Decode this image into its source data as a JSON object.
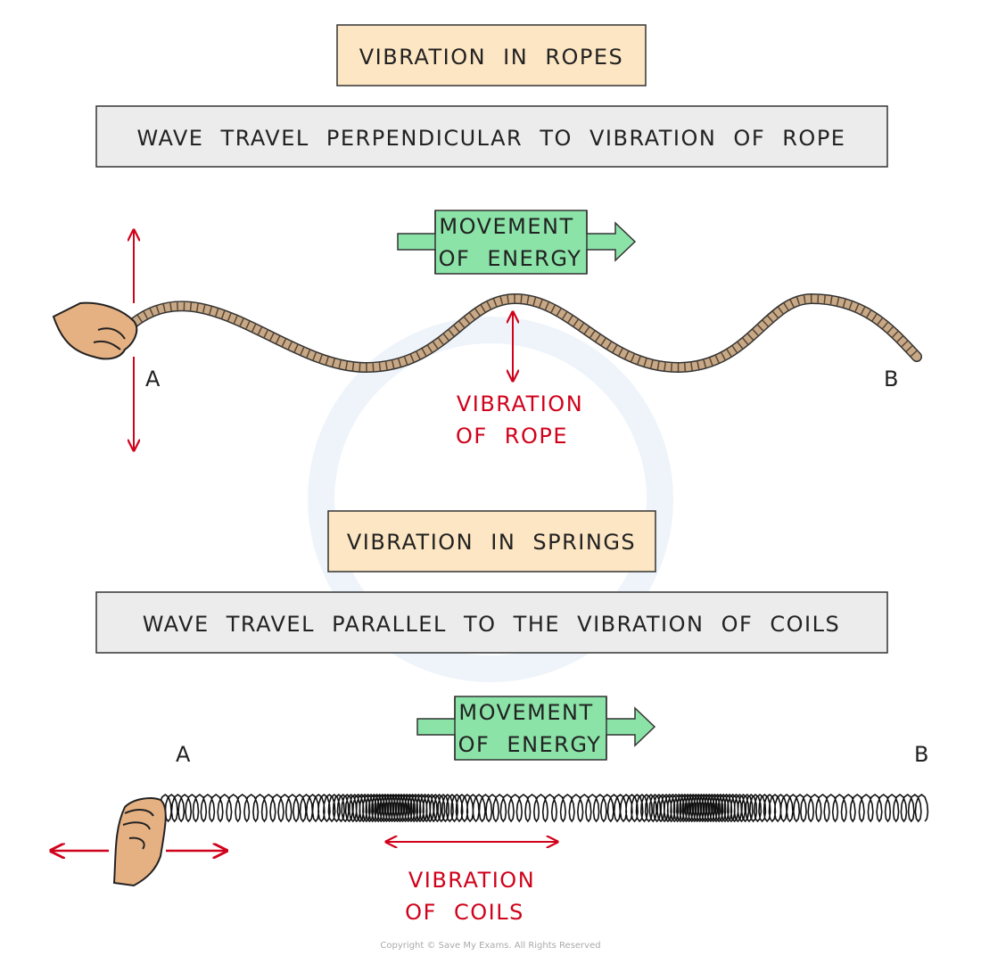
{
  "colors": {
    "title_box": "#fde6c3",
    "caption_box": "#ececec",
    "energy_box": "#8be3a8",
    "arrow_red": "#d0021b",
    "rope": "#c8a987",
    "skin": "#e6b182"
  },
  "rope_section": {
    "title": "VIBRATION IN ROPES",
    "caption": "WAVE TRAVEL PERPENDICULAR TO VIBRATION OF ROPE",
    "energy_line1": "MOVEMENT",
    "energy_line2": "OF ENERGY",
    "label_a": "A",
    "label_b": "B",
    "vibration_line1": "VIBRATION",
    "vibration_line2": "OF ROPE"
  },
  "spring_section": {
    "title": "VIBRATION IN SPRINGS",
    "caption": "WAVE TRAVEL PARALLEL TO THE VIBRATION OF COILS",
    "energy_line1": "MOVEMENT",
    "energy_line2": "OF ENERGY",
    "label_a": "A",
    "label_b": "B",
    "vibration_line1": "VIBRATION",
    "vibration_line2": "OF COILS"
  },
  "copyright": "Copyright © Save My Exams. All Rights Reserved"
}
